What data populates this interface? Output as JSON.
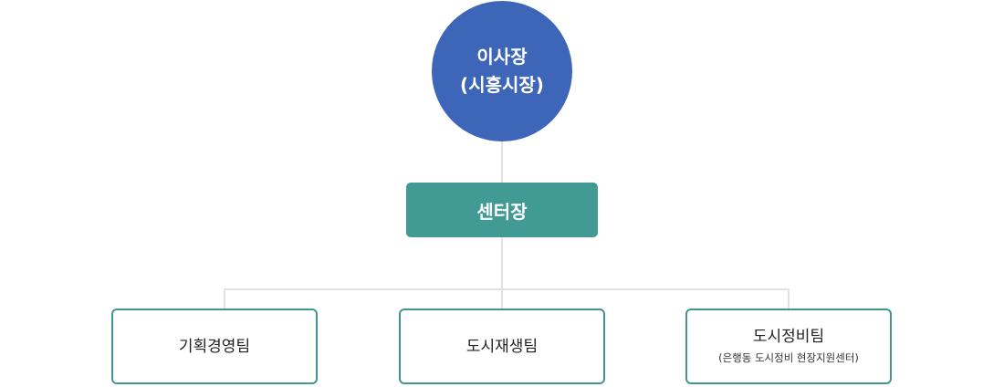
{
  "chairman": {
    "line1": "이사장",
    "line2": "(시흥시장)"
  },
  "director": {
    "label": "센터장"
  },
  "teams": [
    {
      "name": "기획경영팀",
      "sub": ""
    },
    {
      "name": "도시재생팀",
      "sub": ""
    },
    {
      "name": "도시정비팀",
      "sub": "(은행동 도시정비 현장지원센터)"
    }
  ],
  "colors": {
    "chairman_fill": "#3d66b8",
    "director_fill": "#419b94",
    "team_border": "#3f978f",
    "connector": "#e2e2e2"
  }
}
